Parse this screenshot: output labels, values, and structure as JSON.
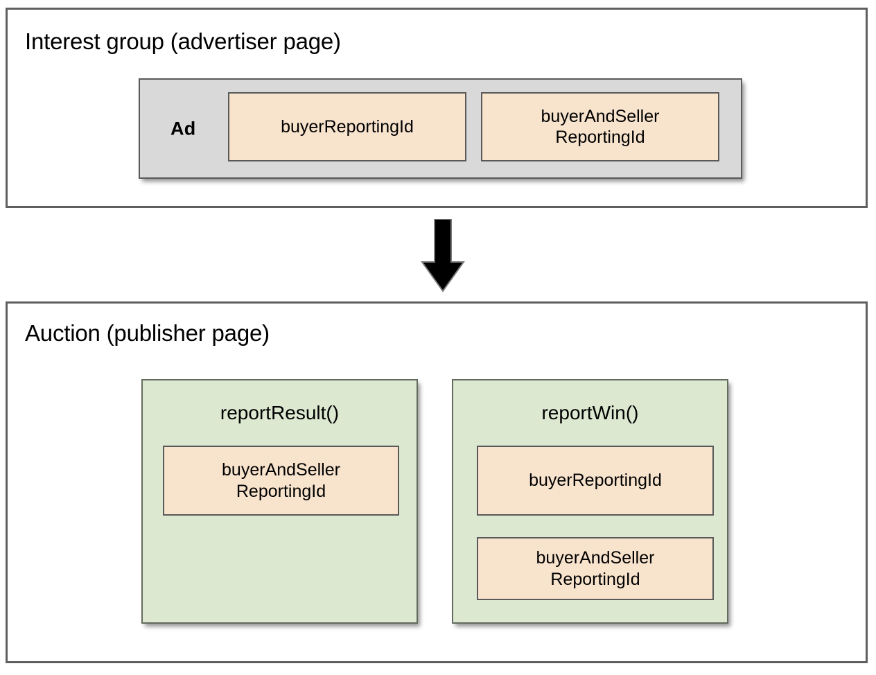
{
  "diagram": {
    "title_text_color": "#000000",
    "colors": {
      "frame_border": "#5f5f5f",
      "ad_group_fill": "#d9d9d9",
      "chip_fill": "#f8e3cd",
      "chip_border": "#595959",
      "function_box_fill": "#dce8d0",
      "function_box_border": "#636b5e",
      "arrow_fill": "#000000",
      "page_background": "#ffffff"
    },
    "sections": [
      {
        "id": "interest-group",
        "title": "Interest group (advertiser page)",
        "ad_group": {
          "label": "Ad",
          "chips": [
            "buyerReportingId",
            "buyerAndSeller\nReportingId"
          ]
        }
      },
      {
        "id": "auction",
        "title": "Auction (publisher page)",
        "functions": [
          {
            "id": "report-result",
            "name": "reportResult()",
            "chips": [
              "buyerAndSeller\nReportingId"
            ]
          },
          {
            "id": "report-win",
            "name": "reportWin()",
            "chips": [
              "buyerReportingId",
              "buyerAndSeller\nReportingId"
            ]
          }
        ]
      }
    ],
    "connector": {
      "icon": "down-arrow-icon",
      "direction": "down"
    }
  }
}
